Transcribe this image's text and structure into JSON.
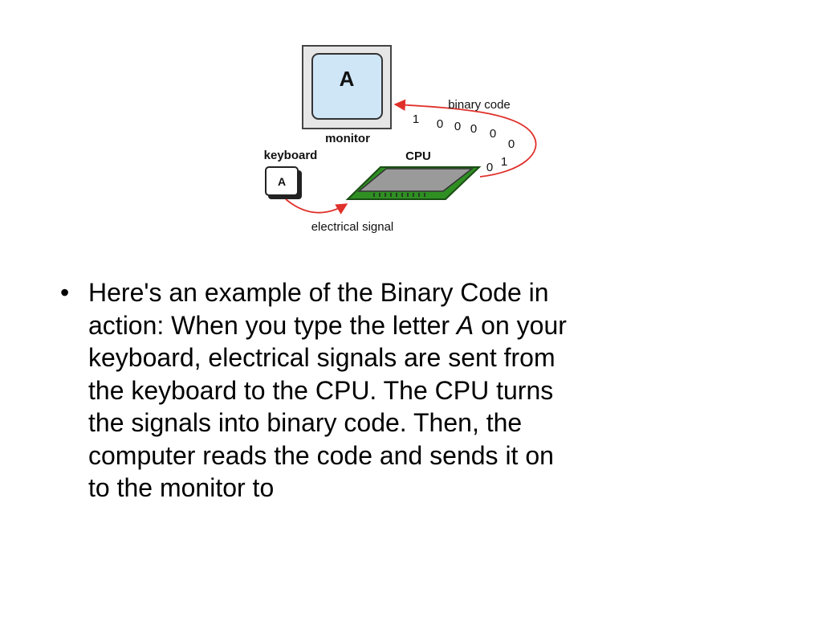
{
  "diagram": {
    "monitor_screen_letter": "A",
    "monitor_label": "monitor",
    "keyboard_label": "keyboard",
    "keyboard_key_letter": "A",
    "cpu_label": "CPU",
    "binary_code_label": "binary code",
    "electrical_signal_label": "electrical signal",
    "binary_digits": [
      "1",
      "0",
      "0",
      "0",
      "0",
      "0",
      "0",
      "1"
    ],
    "arrow_color": "#e0302a",
    "screen_color": "#cfe6f7",
    "board_color": "#2f8f23",
    "chip_color": "#9a9a9a"
  },
  "bullet": {
    "marker": "•",
    "line1": "Here's an example of the Binary Code in",
    "line2_before": "action: When you type the letter ",
    "line2_italic": "A",
    "line2_after": " on your",
    "line3": "keyboard, electrical signals are sent from",
    "line4": "the keyboard to the CPU. The CPU turns",
    "line5": "the signals into binary code. Then, the",
    "line6": "computer reads the code and sends it on",
    "line7": "to the monitor to"
  }
}
